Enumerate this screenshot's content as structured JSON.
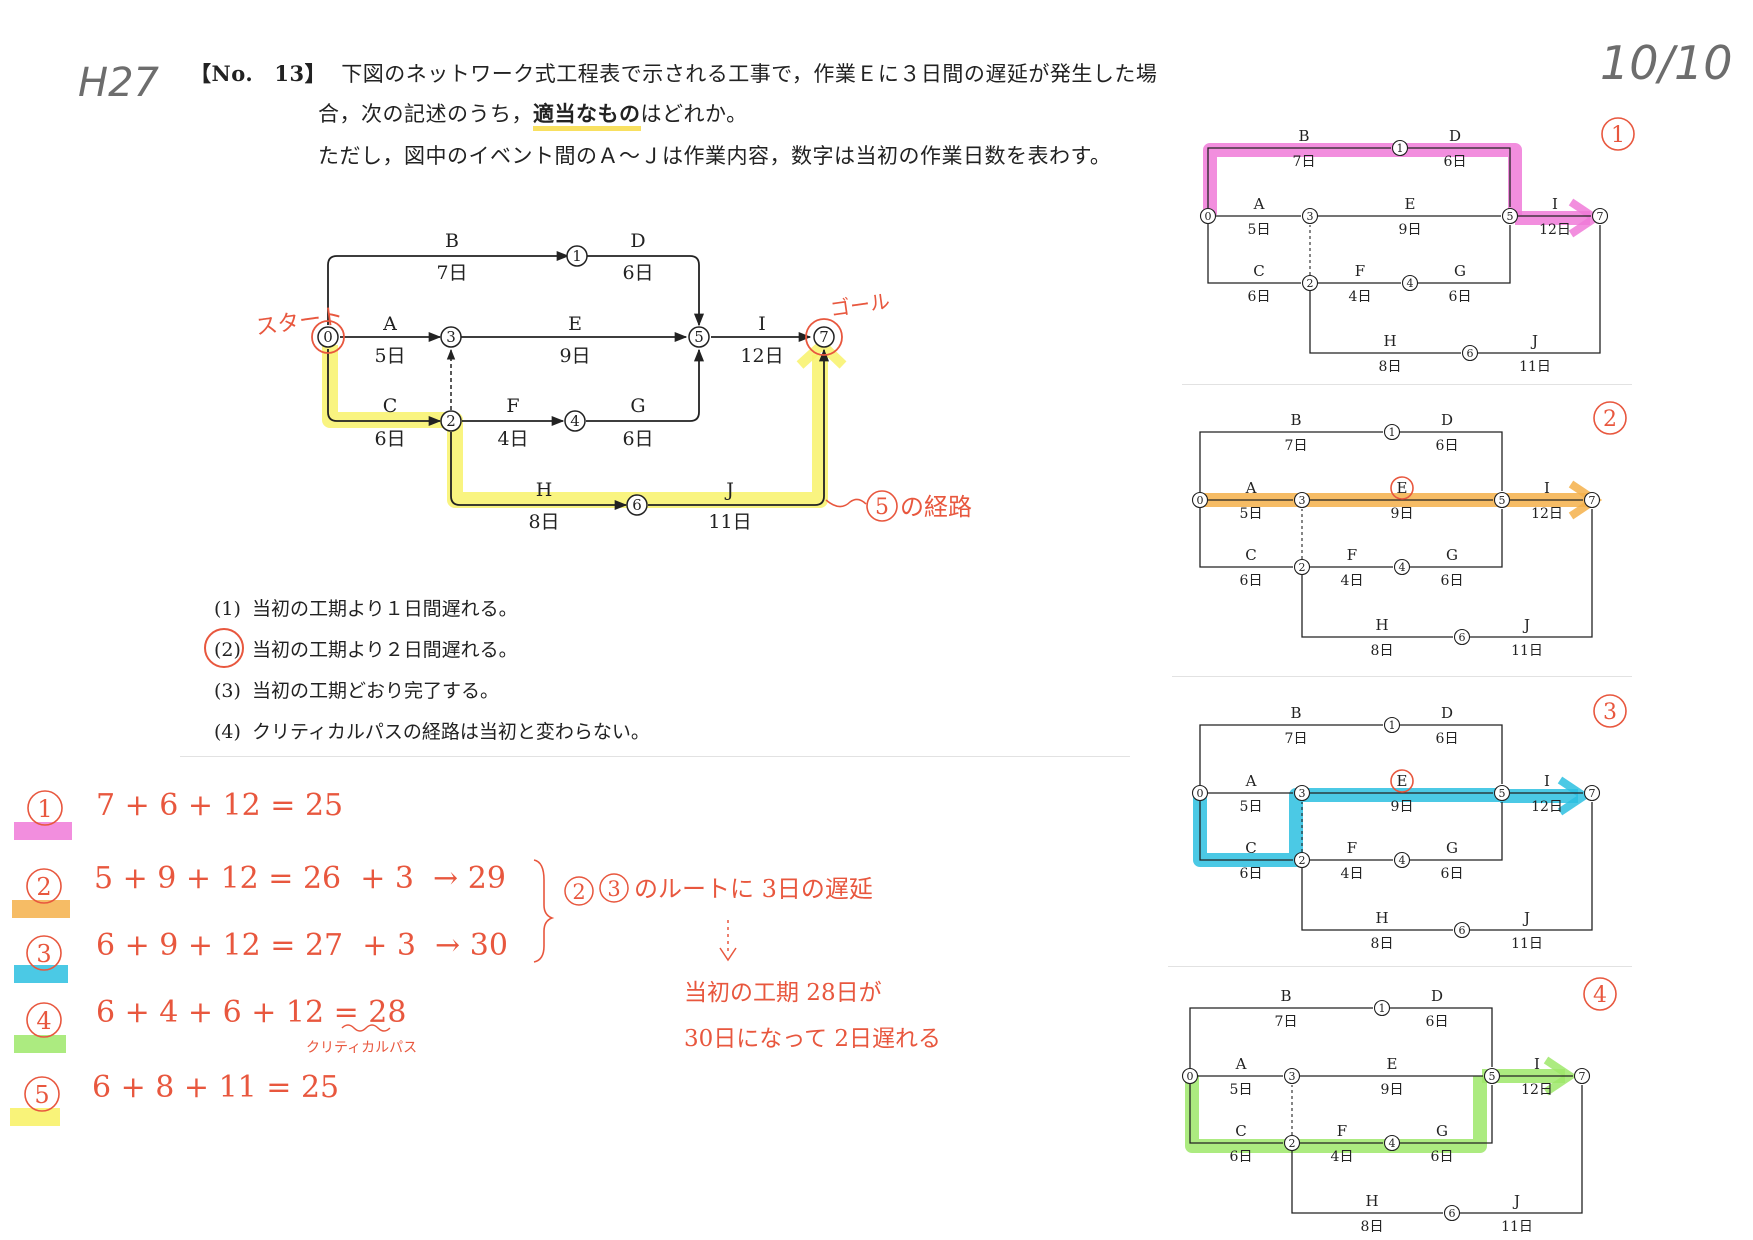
{
  "header": {
    "year_tag": "H27",
    "score": "10/10"
  },
  "question": {
    "number_label": "【No.",
    "number": "13】",
    "line1": "下図のネットワーク式工程表で示される工事で，作業Ｅに３日間の遅延が発生した場",
    "line2_pre": "合，次の記述のうち，",
    "line2_emph": "適当なもの",
    "line2_post": "はどれか。",
    "line3": "ただし，図中のイベント間のＡ～Ｊは作業内容，数字は当初の作業日数を表わす。"
  },
  "network": {
    "nodes": [
      "0",
      "1",
      "2",
      "3",
      "4",
      "5",
      "6",
      "7"
    ],
    "activities": [
      {
        "name": "A",
        "days": "5日"
      },
      {
        "name": "B",
        "days": "7日"
      },
      {
        "name": "C",
        "days": "6日"
      },
      {
        "name": "D",
        "days": "6日"
      },
      {
        "name": "E",
        "days": "9日"
      },
      {
        "name": "F",
        "days": "4日"
      },
      {
        "name": "G",
        "days": "6日"
      },
      {
        "name": "H",
        "days": "8日"
      },
      {
        "name": "I",
        "days": "12日"
      },
      {
        "name": "J",
        "days": "11日"
      }
    ],
    "annotations": {
      "start": "スタート",
      "goal": "ゴール",
      "route5_num": "5",
      "route5_text": "の経路"
    }
  },
  "options": [
    {
      "num": "(1)",
      "text": "当初の工期より１日間遅れる。"
    },
    {
      "num": "(2)",
      "text": "当初の工期より２日間遅れる。"
    },
    {
      "num": "(3)",
      "text": "当初の工期どおり完了する。"
    },
    {
      "num": "(4)",
      "text": "クリティカルパスの経路は当初と変わらない。"
    }
  ],
  "routes": [
    {
      "num": "1",
      "expr": "7 + 6 + 12 = 25"
    },
    {
      "num": "2",
      "expr": "5 + 9 + 12 = 26  + 3  → 29"
    },
    {
      "num": "3",
      "expr": "6 + 9 + 12 = 27  + 3  → 30"
    },
    {
      "num": "4",
      "expr": "6 + 4 + 6 + 12 = 28"
    },
    {
      "num": "5",
      "expr": "6 + 8 + 11 = 25"
    }
  ],
  "critical_note": "クリティカルパス",
  "delay_note": {
    "n2": "2",
    "n3": "3",
    "text": "のルートに 3日の遅延"
  },
  "conclusion": {
    "line1": "当初の工期 28日が",
    "line2": "30日になって 2日遅れる"
  },
  "panel_labels": [
    "1",
    "2",
    "3",
    "4"
  ],
  "colors": {
    "pink": "#f07ad8",
    "orange": "#f5b04a",
    "cyan": "#2cc0e0",
    "green": "#9ee86a",
    "yellow": "#f8f26a",
    "red": "#e8573e"
  }
}
